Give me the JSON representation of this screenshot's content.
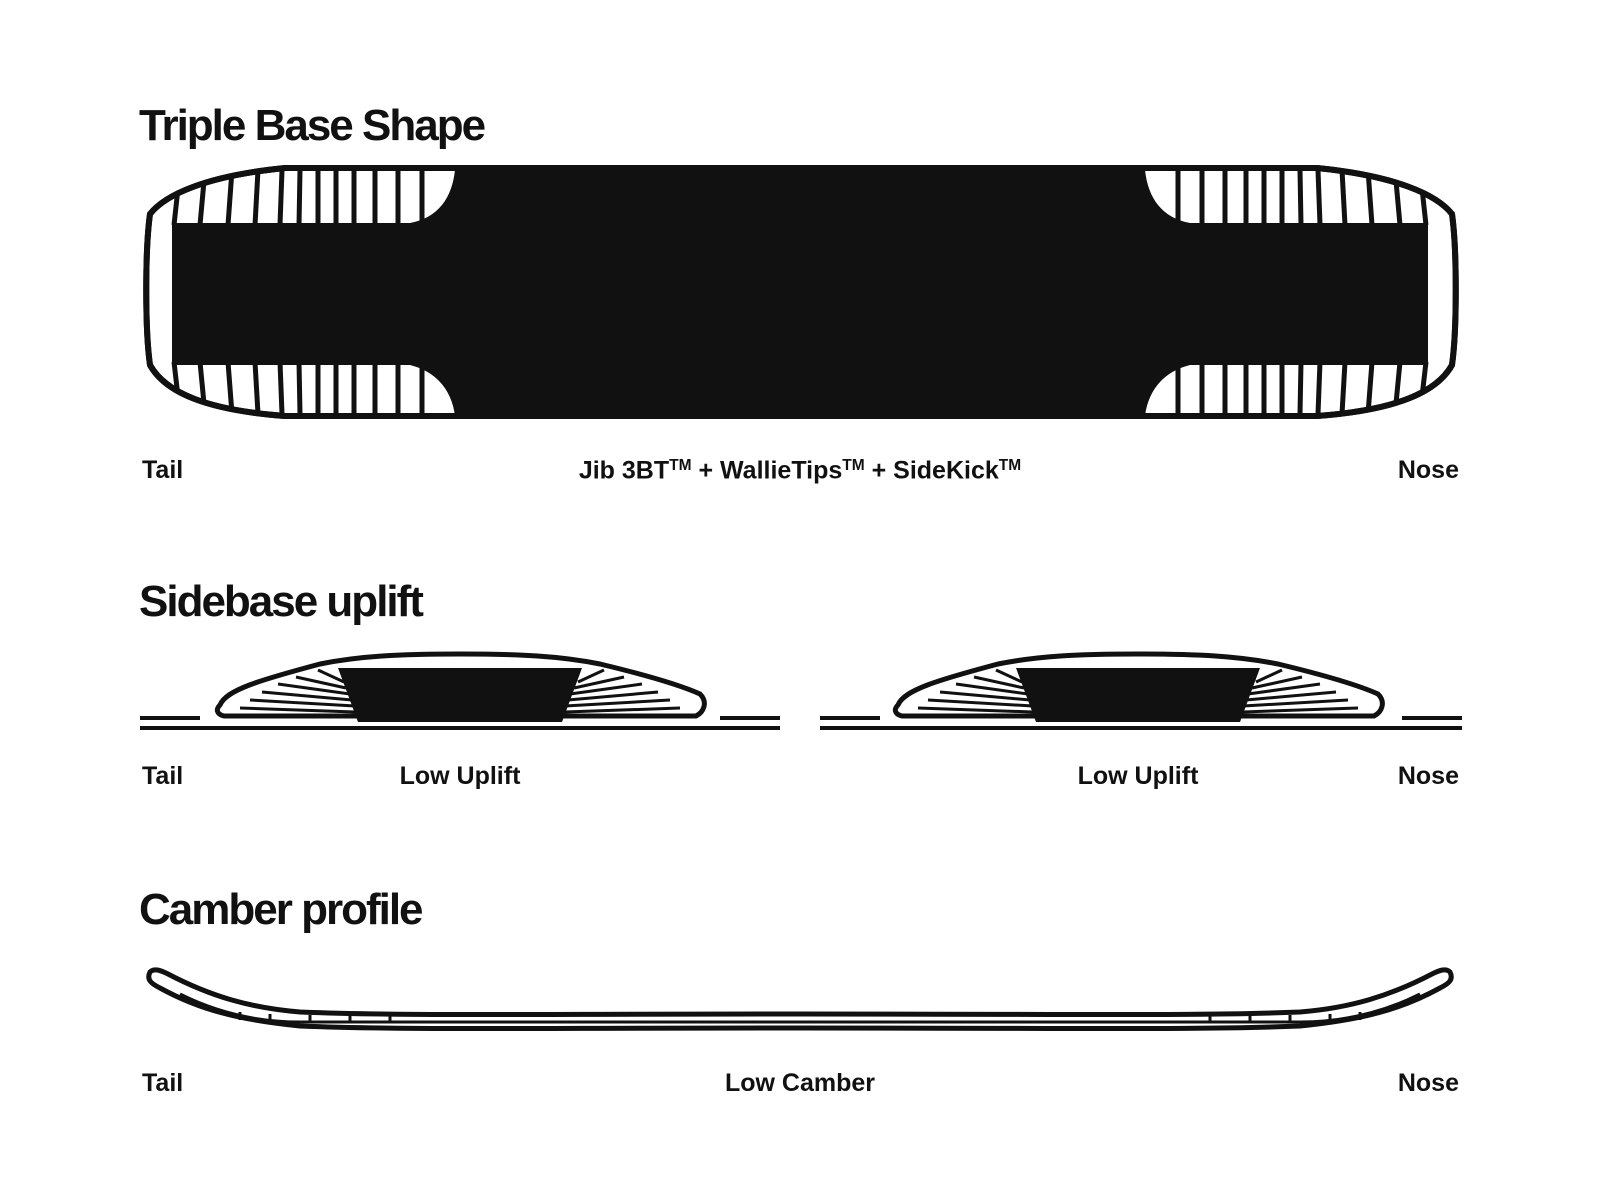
{
  "sections": {
    "base_shape": {
      "title": "Triple Base Shape",
      "tail": "Tail",
      "nose": "Nose",
      "center_label": {
        "part1": "Jib 3BT",
        "tm1": "TM",
        "part2": " + WallieTips",
        "tm2": "TM",
        "part3": " + SideKick",
        "tm3": "TM"
      }
    },
    "sidebase": {
      "title": "Sidebase uplift",
      "tail": "Tail",
      "left_label": "Low Uplift",
      "right_label": "Low Uplift",
      "nose": "Nose"
    },
    "camber": {
      "title": "Camber profile",
      "tail": "Tail",
      "center_label": "Low Camber",
      "nose": "Nose"
    }
  },
  "colors": {
    "ink": "#111111",
    "background": "#ffffff"
  }
}
